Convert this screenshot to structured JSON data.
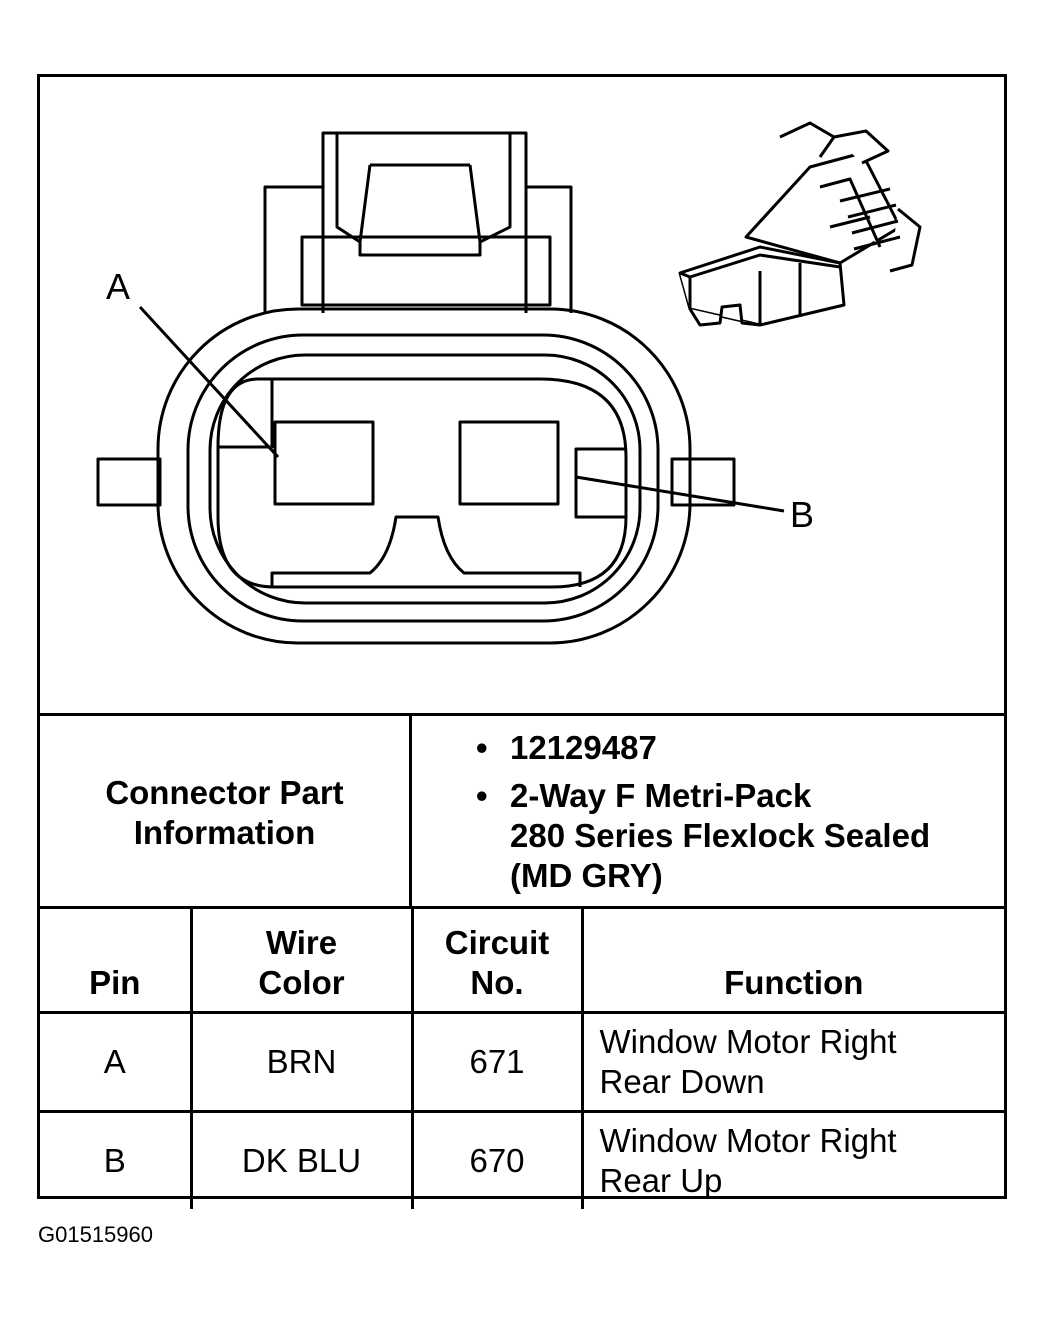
{
  "diagram": {
    "pin_labels": [
      "A",
      "B"
    ]
  },
  "connector_info": {
    "label_lines": [
      "Connector Part",
      "Information"
    ],
    "items": [
      {
        "lines": [
          "12129487"
        ]
      },
      {
        "lines": [
          "2-Way F Metri-Pack",
          "280 Series Flexlock Sealed",
          "(MD GRY)"
        ]
      }
    ]
  },
  "pin_table": {
    "headers": {
      "pin": [
        "Pin"
      ],
      "wire_color": [
        "Wire",
        "Color"
      ],
      "circuit": [
        "Circuit",
        "No."
      ],
      "function": [
        "Function"
      ]
    },
    "rows": [
      {
        "pin": "A",
        "wire_color": "BRN",
        "circuit": "671",
        "function": [
          "Window Motor Right",
          "Rear Down"
        ]
      },
      {
        "pin": "B",
        "wire_color": "DK BLU",
        "circuit": "670",
        "function": [
          "Window Motor Right",
          "Rear Up"
        ]
      }
    ]
  },
  "figure_id": "G01515960"
}
